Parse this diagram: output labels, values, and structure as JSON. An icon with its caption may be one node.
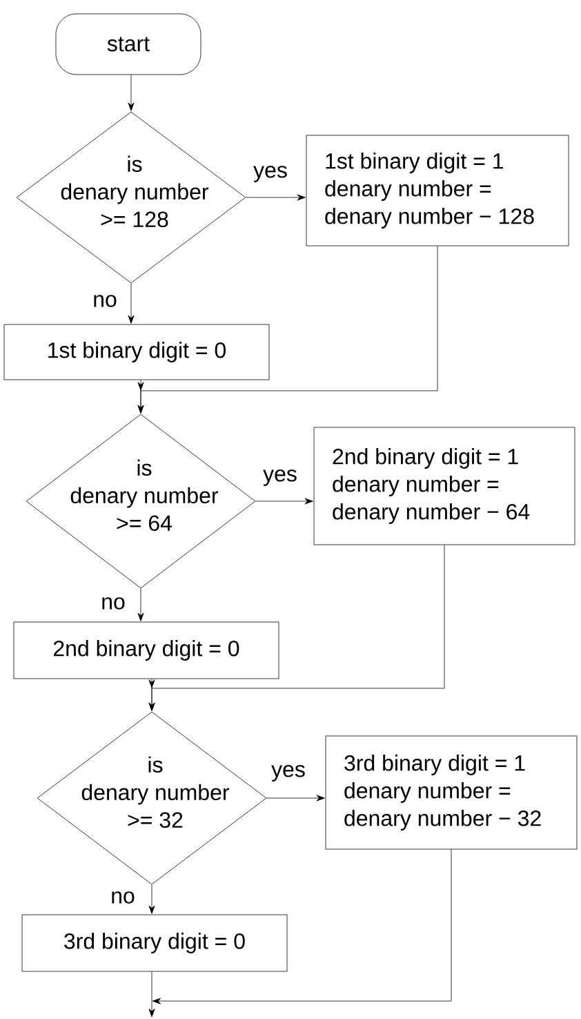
{
  "diagram": {
    "nodes": [
      {
        "text": [
          "start"
        ]
      },
      {
        "text": [
          "is denary number >= 128"
        ]
      },
      {
        "text": [
          "1st binary digit = 1",
          "denary number = denary number − 128"
        ]
      },
      {
        "text": [
          "1st binary digit = 0"
        ]
      },
      {
        "text": [
          "is denary number >= 64"
        ]
      },
      {
        "text": [
          "2nd binary digit = 1",
          "denary number = denary number − 64"
        ]
      },
      {
        "text": [
          "2nd binary digit = 0"
        ]
      },
      {
        "text": [
          "is denary number >= 32"
        ]
      },
      {
        "text": [
          "3rd binary digit = 1",
          "denary number = denary number − 32"
        ]
      },
      {
        "text": [
          "3rd binary digit = 0"
        ]
      }
    ],
    "edges": [
      {
        "from": 0,
        "to": 1,
        "arrow": "to"
      },
      {
        "from": 1,
        "to": 2,
        "arrow": "to",
        "label": "yes"
      },
      {
        "from": 1,
        "to": 3,
        "arrow": "to",
        "label": "no"
      },
      {
        "from": 2,
        "to": 4,
        "arrow": "to"
      },
      {
        "from": 3,
        "to": 4,
        "arrow": "to"
      },
      {
        "from": 4,
        "to": 5,
        "arrow": "to",
        "label": "yes"
      },
      {
        "from": 4,
        "to": 6,
        "arrow": "to",
        "label": "no"
      },
      {
        "from": 5,
        "to": 7,
        "arrow": "to"
      },
      {
        "from": 6,
        "to": 7,
        "arrow": "to"
      },
      {
        "from": 7,
        "to": 8,
        "arrow": "to",
        "label": "yes"
      },
      {
        "from": 7,
        "to": 9,
        "arrow": "to",
        "label": "no"
      },
      {
        "from": 8,
        "to": null,
        "arrow": "to"
      },
      {
        "from": 9,
        "to": null,
        "arrow": "to"
      }
    ]
  }
}
